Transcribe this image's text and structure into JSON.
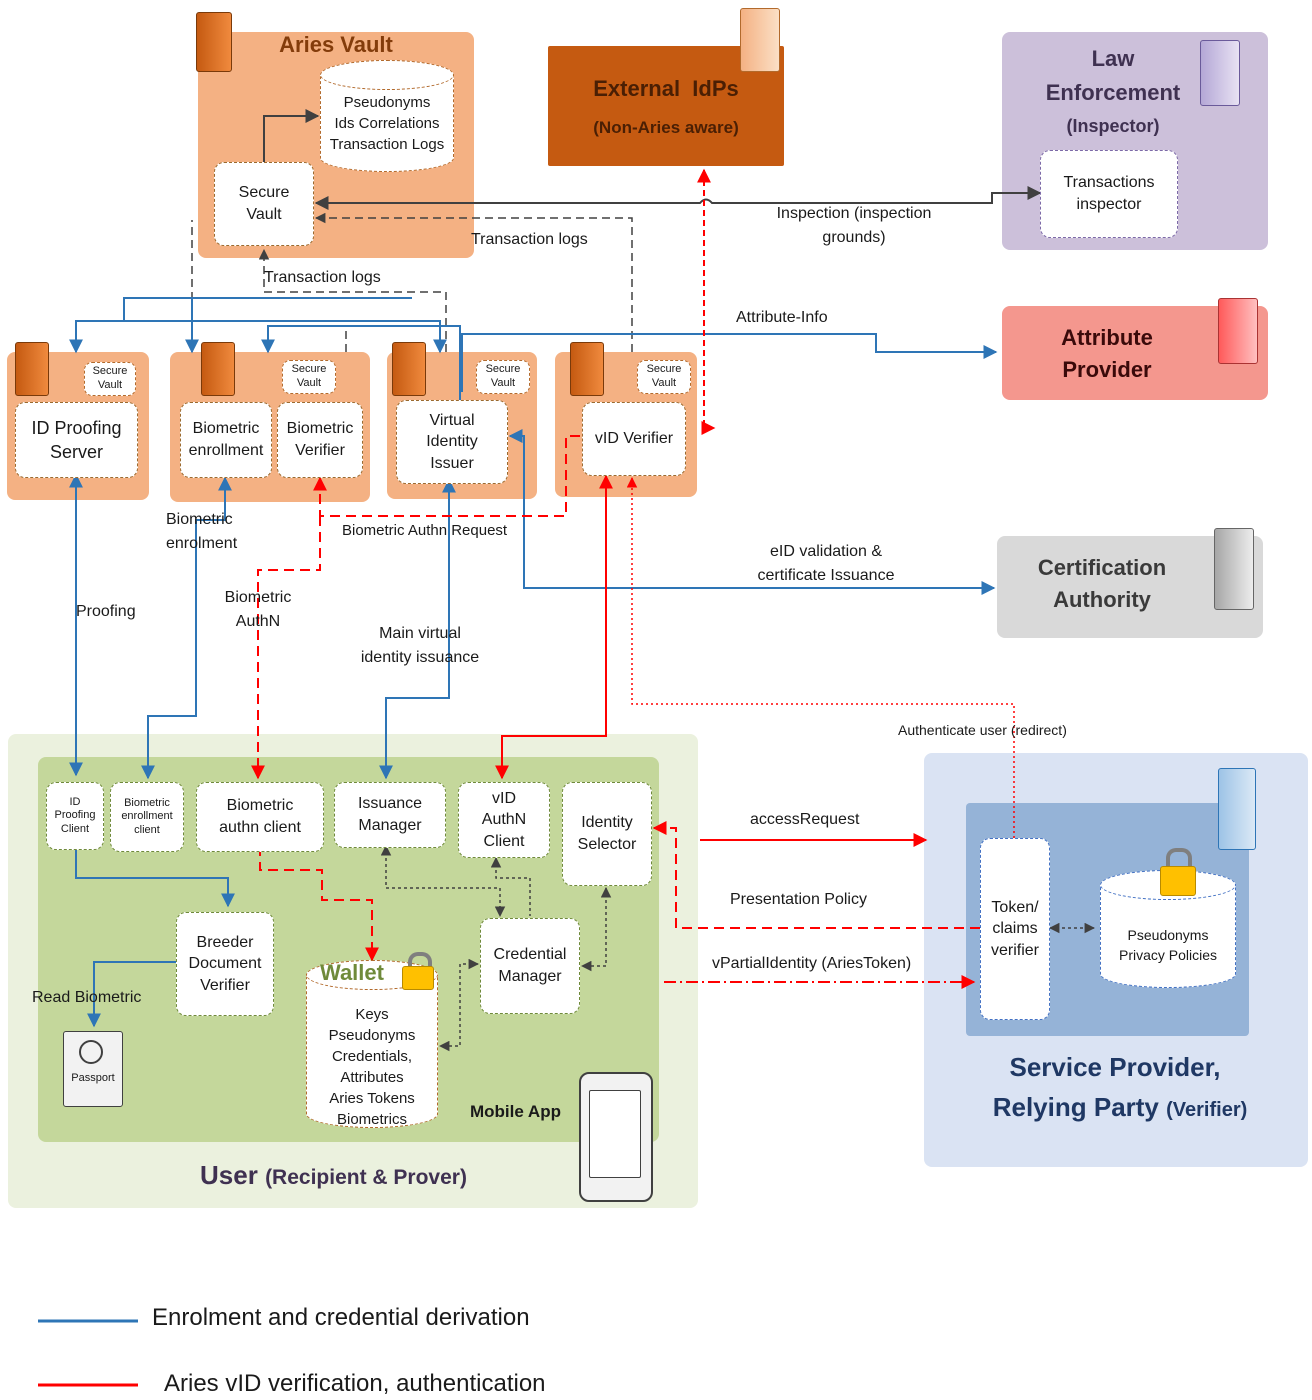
{
  "aries_vault": {
    "title": "Aries Vault",
    "db_lines": [
      "Pseudonyms",
      "Ids Correlations",
      "Transaction Logs"
    ],
    "secure_vault": "Secure\nVault"
  },
  "external_idps": {
    "title": "External  IdPs",
    "subtitle": "(Non-Aries aware)"
  },
  "law_enforcement": {
    "title_line1": "Law",
    "title_line2": "Enforcement",
    "subtitle": "(Inspector)",
    "inspector": "Transactions\ninspector"
  },
  "attribute_provider": {
    "title": "Attribute\nProvider"
  },
  "certification_authority": {
    "title": "Certification\nAuthority"
  },
  "servers": {
    "id_proofing": "ID Proofing\nServer",
    "biometric_enrollment": "Biometric\nenrollment",
    "biometric_verifier": "Biometric\nVerifier",
    "virtual_identity_issuer": "Virtual\nIdentity\nIssuer",
    "vid_verifier": "vID Verifier",
    "secure_vault_tag": "Secure\nVault"
  },
  "user_zone": {
    "title": "User",
    "title_sub": "(Recipient & Prover)",
    "mobile_app": "Mobile App",
    "id_proofing_client": "ID\nProofing\nClient",
    "biometric_enrollment_client": "Biometric\nenrollment\nclient",
    "biometric_authn_client": "Biometric\nauthn client",
    "issuance_manager": "Issuance\nManager",
    "vid_authn_client": "vID\nAuthN\nClient",
    "identity_selector": "Identity\nSelector",
    "breeder_document_verifier": "Breeder\nDocument\nVerifier",
    "credential_manager": "Credential\nManager",
    "wallet_title": "Wallet",
    "wallet_lines": [
      "Keys",
      "Pseudonyms",
      "Credentials,",
      "Attributes",
      "Aries Tokens",
      "Biometrics"
    ],
    "passport": "Passport"
  },
  "service_provider": {
    "title_line1": "Service Provider,",
    "title_line2": "Relying Party",
    "title_sub": "(Verifier)",
    "token_verifier": "Token/\nclaims\nverifier",
    "db_lines": [
      "Pseudonyms",
      "Privacy Policies"
    ]
  },
  "labels": {
    "inspection": "Inspection (inspection\ngrounds)",
    "transaction_logs_right": "Transaction logs",
    "transaction_logs_left": "Transaction logs",
    "attribute_info": "Attribute-Info",
    "biometric_authn_request": "Biometric Authn Request",
    "biometric_enrolment": "Biometric\nenrolment",
    "eid_validation": "eID validation &\ncertificate Issuance",
    "proofing": "Proofing",
    "biometric_authn": "Biometric\nAuthN",
    "main_virtual": "Main virtual\nidentity issuance",
    "authenticate_user": "Authenticate user (redirect)",
    "access_request": "accessRequest",
    "presentation_policy": "Presentation Policy",
    "vpartial_identity": "vPartialIdentity (AriesToken)",
    "read_biometric": "Read Biometric"
  },
  "legend": [
    {
      "text": "Enrolment and credential derivation",
      "color": "#2e75b6"
    },
    {
      "text": "Aries vID verification, authentication",
      "color": "#ff0000"
    }
  ],
  "colors": {
    "orange_zone": "#f4b183",
    "orange_dark": "#c55a11",
    "purple_zone": "#ccc0da",
    "attribute_zone": "#f4978e",
    "ca_zone": "#d9d9d9",
    "user_outer": "#ebf1de",
    "user_inner": "#c4d79b",
    "sp_outer": "#dae3f3",
    "sp_inner": "#95b3d7",
    "blue_wire": "#2e75b6",
    "red_wire": "#ff0000"
  }
}
